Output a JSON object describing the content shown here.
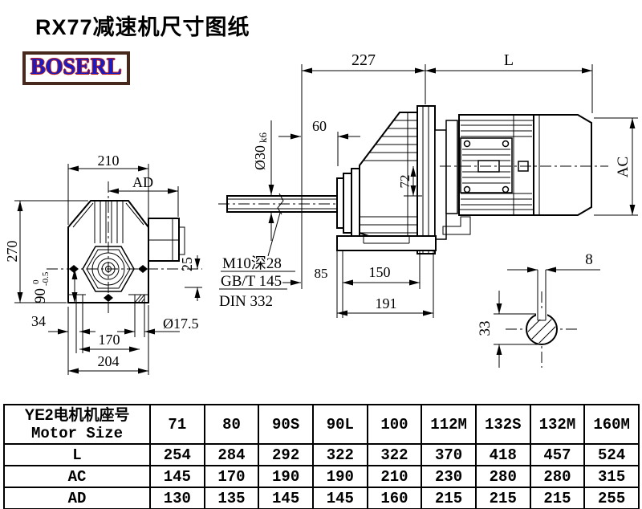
{
  "header": {
    "title": "RX77减速机尺寸图纸",
    "logo": "BOSERL"
  },
  "colors": {
    "line": "#000000",
    "logo_text": "#1c1cbe",
    "logo_outline": "#c32222",
    "logo_border": "#46281c"
  },
  "side_view": {
    "dim_227": "227",
    "dim_L": "L",
    "dim_60": "60",
    "dim_shaft_dia": "Ø30",
    "dim_shaft_fit": "k6",
    "dim_72": "72",
    "dim_AC": "AC",
    "dim_85": "85",
    "dim_150": "150",
    "dim_191": "191",
    "note_tap": "M10深28",
    "note_gbt": "GB/T 145",
    "note_din": "DIN 332"
  },
  "front_view": {
    "dim_210": "210",
    "dim_AD": "AD",
    "dim_270": "270",
    "dim_90": "90",
    "dim_90_tol_upper": "0",
    "dim_90_tol_lower": "-0.5",
    "dim_25": "25",
    "dim_34": "34",
    "dim_hole": "Ø17.5",
    "dim_170": "170",
    "dim_204": "204"
  },
  "section_view": {
    "dim_8": "8",
    "dim_33": "33"
  },
  "table": {
    "header_cn": "YE2电机机座号",
    "header_en": "Motor Size",
    "columns": [
      "71",
      "80",
      "90S",
      "90L",
      "100",
      "112M",
      "132S",
      "132M",
      "160M"
    ],
    "rows": [
      {
        "label": "L",
        "values": [
          "254",
          "284",
          "292",
          "322",
          "322",
          "370",
          "418",
          "457",
          "524"
        ]
      },
      {
        "label": "AC",
        "values": [
          "145",
          "170",
          "190",
          "190",
          "210",
          "230",
          "280",
          "280",
          "315"
        ]
      },
      {
        "label": "AD",
        "values": [
          "130",
          "135",
          "145",
          "145",
          "160",
          "215",
          "215",
          "215",
          "255"
        ]
      }
    ]
  }
}
